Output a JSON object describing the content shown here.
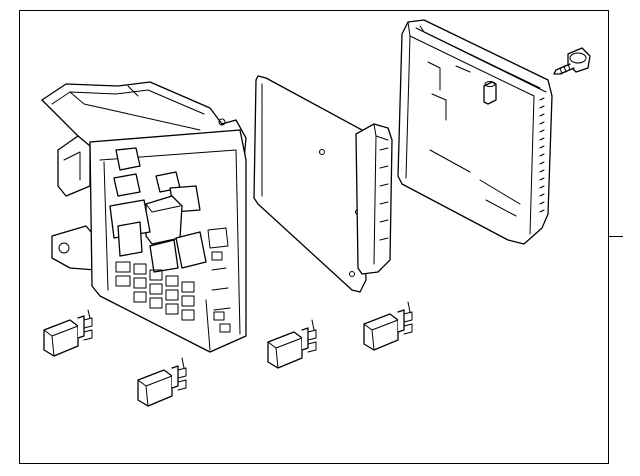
{
  "diagram": {
    "parts": [
      {
        "name": "fuse-relay-box"
      },
      {
        "name": "gasket-plate"
      },
      {
        "name": "control-module"
      },
      {
        "name": "mounting-screw"
      },
      {
        "name": "relay",
        "count": 4
      }
    ],
    "colors": {
      "line": "#000000",
      "background": "#ffffff"
    }
  }
}
